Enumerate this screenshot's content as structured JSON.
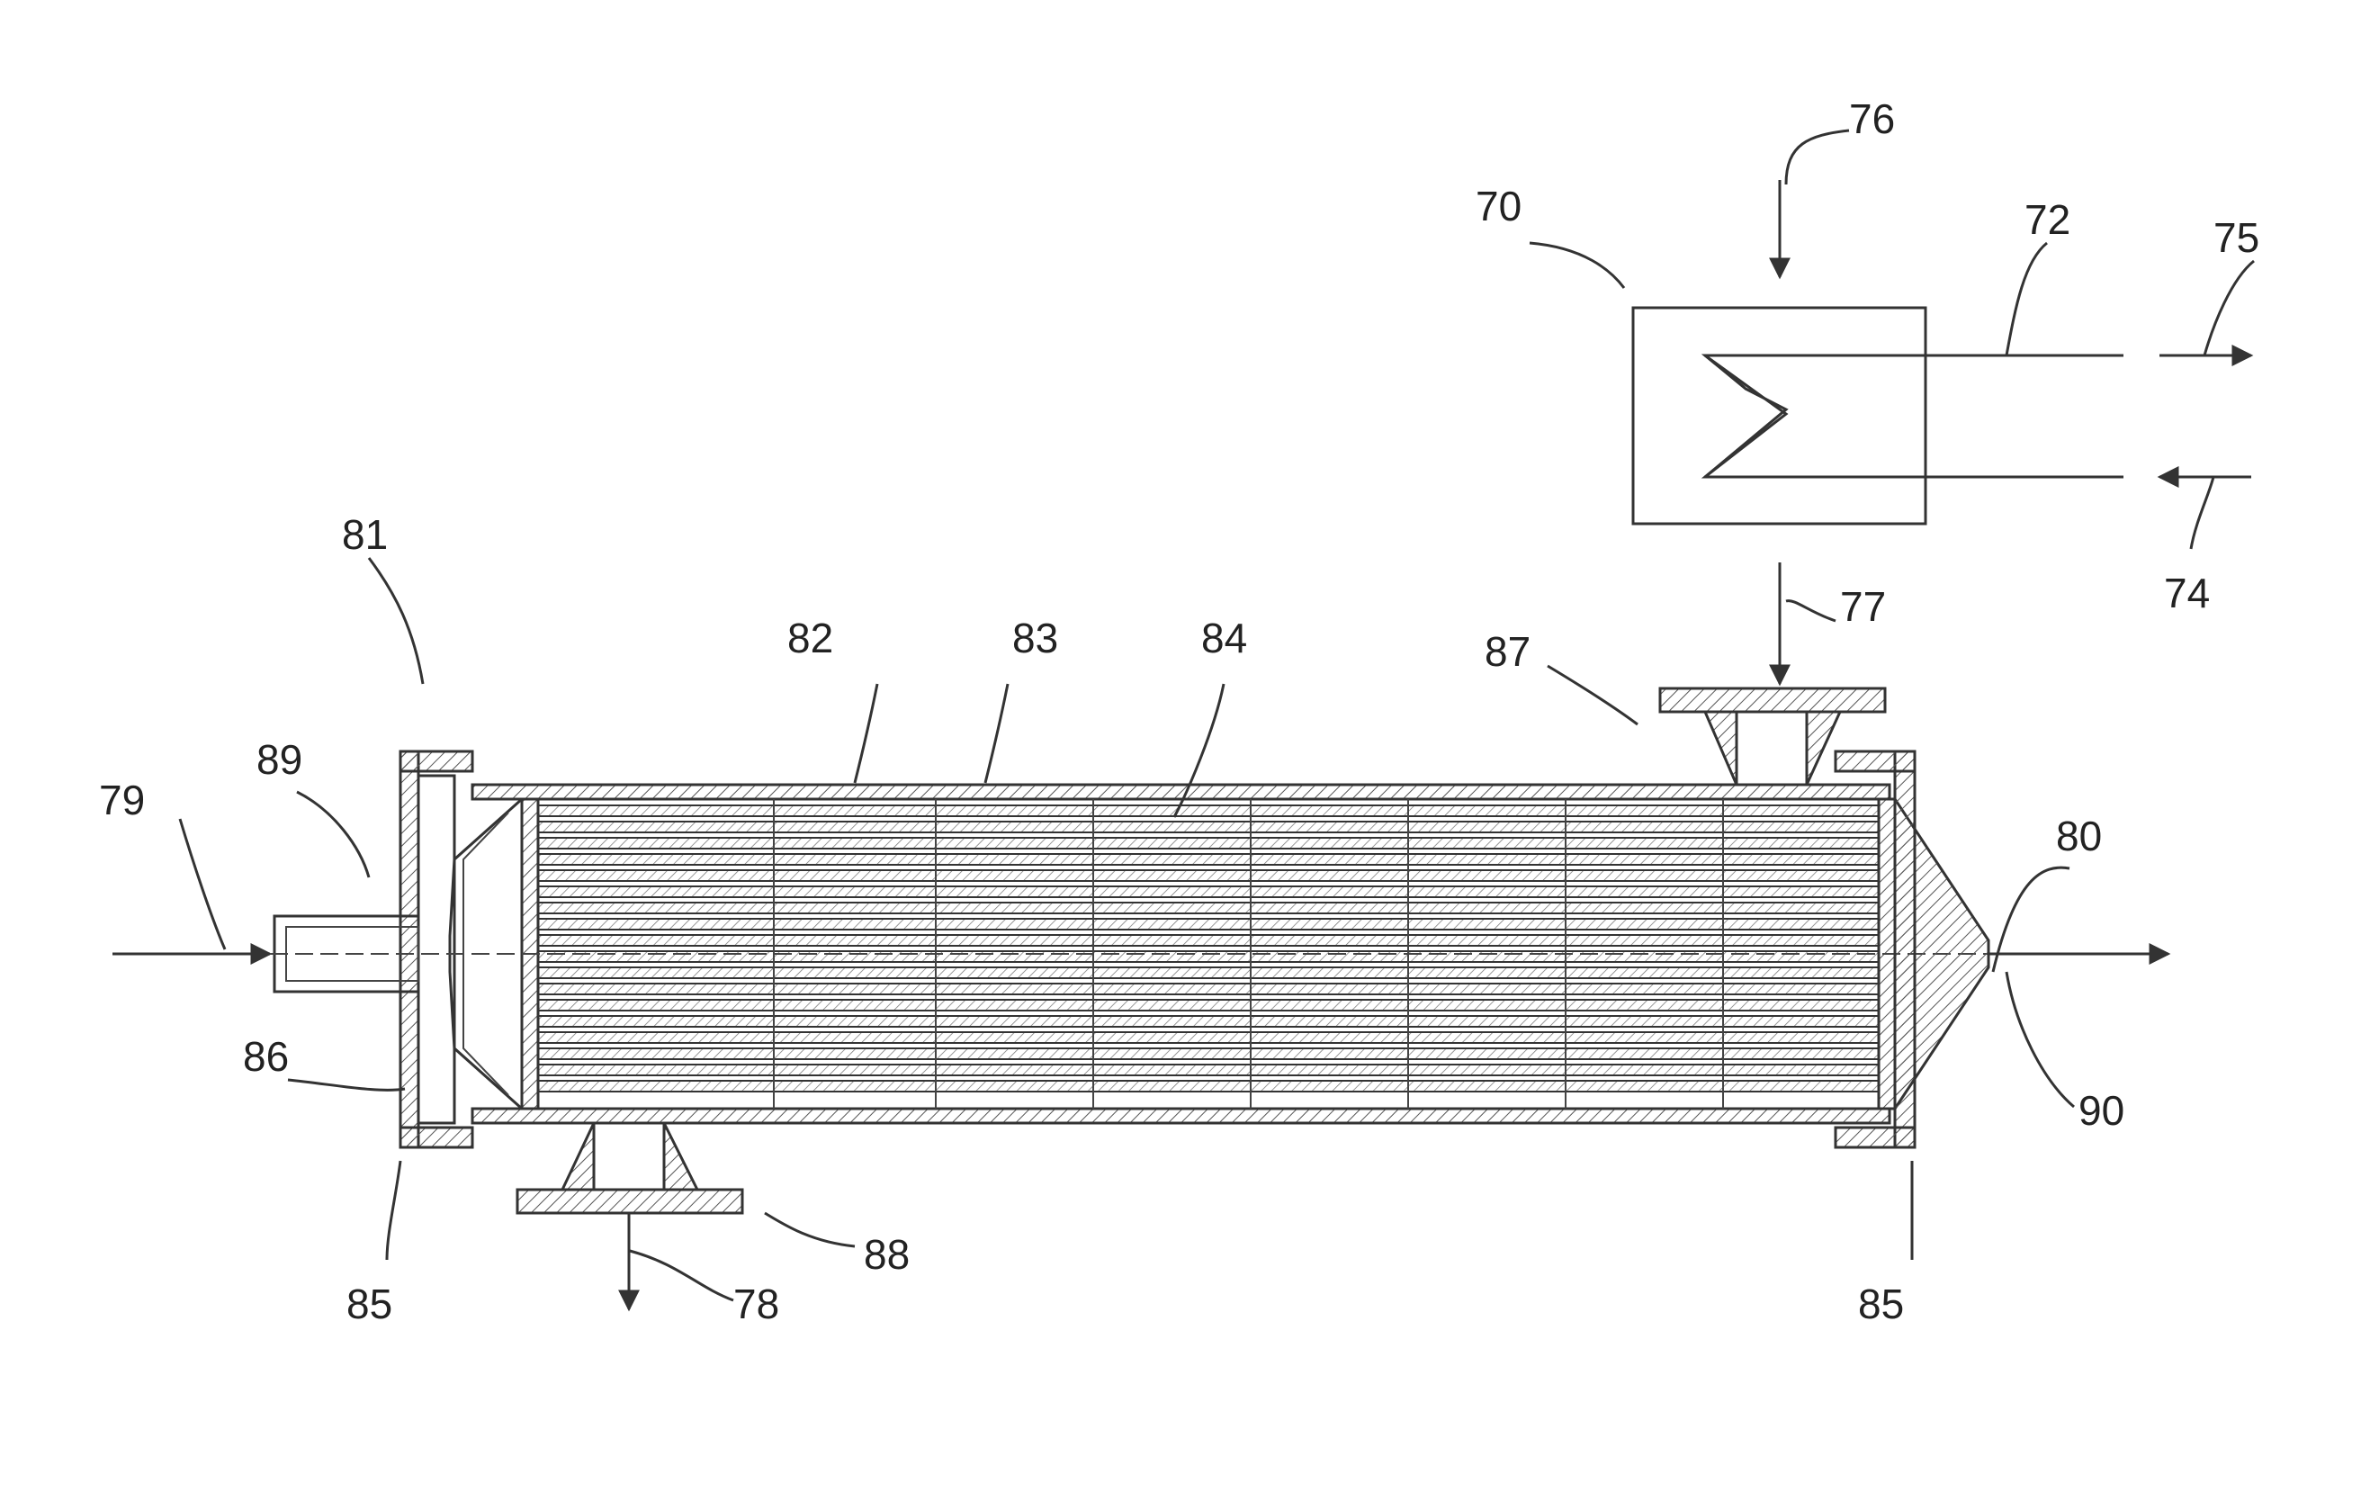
{
  "figure": {
    "labels": {
      "l70": "70",
      "l72": "72",
      "l74": "74",
      "l75": "75",
      "l76": "76",
      "l77": "77",
      "l78": "78",
      "l79": "79",
      "l80": "80",
      "l81": "81",
      "l82": "82",
      "l83": "83",
      "l84": "84",
      "l85a": "85",
      "l85b": "85",
      "l86": "86",
      "l87": "87",
      "l88": "88",
      "l89": "89",
      "l90": "90"
    },
    "colors": {
      "line": "#333333",
      "background": "#ffffff"
    }
  }
}
